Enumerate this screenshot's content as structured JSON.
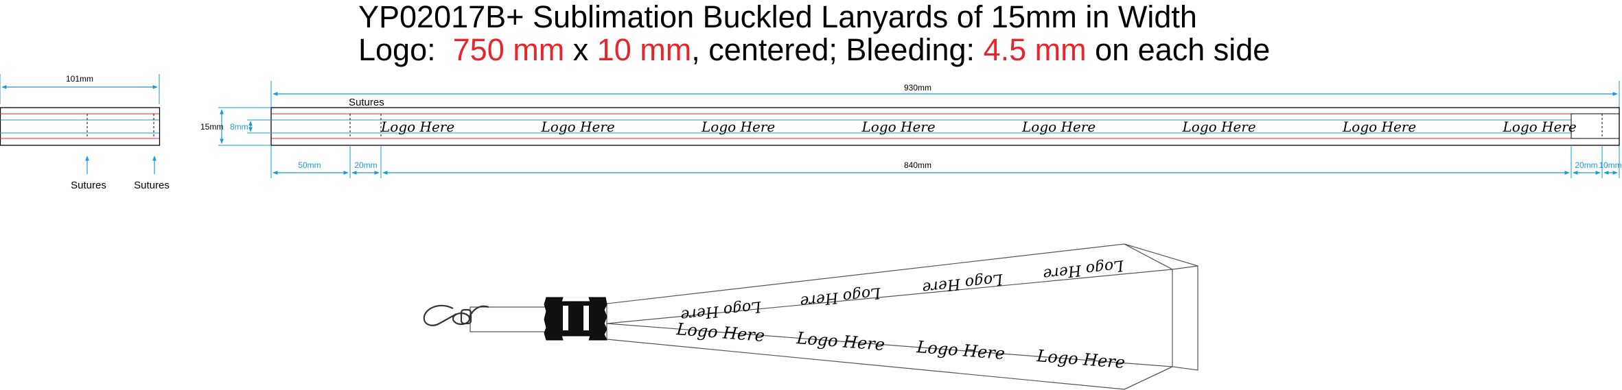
{
  "header": {
    "title": "YP02017B+ Sublimation Buckled Lanyards of 15mm in Width",
    "logo_prefix": "Logo:",
    "logo_w": "750 mm",
    "logo_x": "x",
    "logo_h": "10 mm",
    "centered_text": ", centered; Bleeding:",
    "bleed": "4.5 mm",
    "suffix": "on each side"
  },
  "left_piece": {
    "width_label": "101mm",
    "sutures_label_1": "Sutures",
    "sutures_label_2": "Sutures"
  },
  "strap": {
    "total_label": "930mm",
    "height_label": "15mm",
    "logo_height_label": "8mm",
    "sutures_label": "Sutures",
    "dims": [
      "50mm",
      "20mm",
      "840mm",
      "20mm",
      "10mm"
    ],
    "logo_text": "Logo Here",
    "logo_count": 8
  },
  "lanyard_logo_text": "Logo Here",
  "colors": {
    "dimension": "#1a9ad6",
    "bleed": "#e8262a",
    "outline": "#000000",
    "title_red": "#e8262a"
  }
}
